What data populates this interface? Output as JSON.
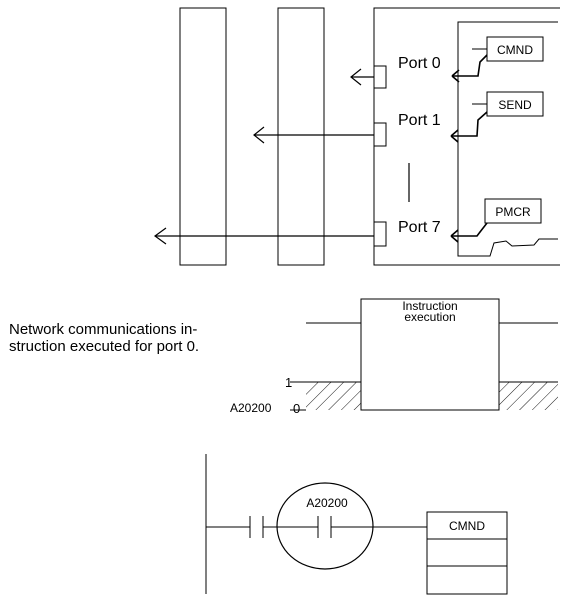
{
  "ports": {
    "port0": "Port 0",
    "port1": "Port 1",
    "port7": "Port 7"
  },
  "instructions": {
    "cmnd": "CMND",
    "send": "SEND",
    "pmcr": "PMCR"
  },
  "timing": {
    "box_line1": "Instruction",
    "box_line2": "execution",
    "caption_line1": "Network communications in-",
    "caption_line2": "struction executed for port 0.",
    "flag_label": "A20200",
    "level_high": "1",
    "level_low": "0"
  },
  "ladder": {
    "contact_label": "A20200",
    "output_label": "CMND"
  }
}
